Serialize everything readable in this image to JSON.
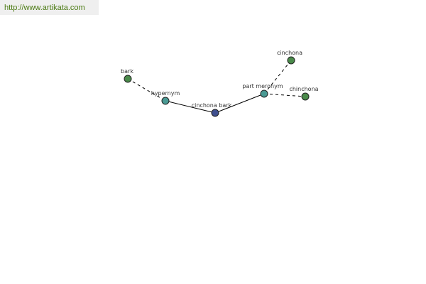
{
  "header": {
    "site_url": "http://www.artikata.com"
  },
  "colors": {
    "link": "#4a7a12",
    "root_node": "#3f4f8f",
    "relation_node": "#4a9a94",
    "term_node": "#4a8a4a"
  },
  "graph": {
    "nodes": [
      {
        "id": "bark",
        "label": "bark",
        "kind": "term"
      },
      {
        "id": "hypernym",
        "label": "hypernym",
        "kind": "relation"
      },
      {
        "id": "cinchona-bark",
        "label": "cinchona bark",
        "kind": "root"
      },
      {
        "id": "part-meronym",
        "label": "part meronym",
        "kind": "relation"
      },
      {
        "id": "cinchona",
        "label": "cinchona",
        "kind": "term"
      },
      {
        "id": "chinchona",
        "label": "chinchona",
        "kind": "term"
      }
    ],
    "edges": [
      {
        "from": "bark",
        "to": "hypernym",
        "style": "dashed"
      },
      {
        "from": "hypernym",
        "to": "cinchona-bark",
        "style": "solid"
      },
      {
        "from": "cinchona-bark",
        "to": "part-meronym",
        "style": "solid"
      },
      {
        "from": "part-meronym",
        "to": "cinchona",
        "style": "dashed"
      },
      {
        "from": "part-meronym",
        "to": "chinchona",
        "style": "dashed"
      }
    ]
  }
}
